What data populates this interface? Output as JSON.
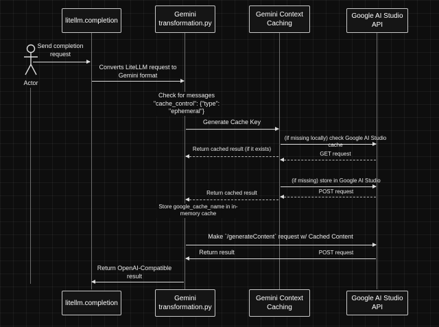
{
  "actor": {
    "label": "Actor"
  },
  "participants": {
    "litellm": {
      "label": "litellm.completion"
    },
    "transformation": {
      "label": "Gemini\ntransformation.py"
    },
    "caching": {
      "label": "Gemini Context\nCaching"
    },
    "google": {
      "label": "Google AI Studio API"
    }
  },
  "messages": {
    "send_completion": {
      "label": "Send completion\nrequest"
    },
    "converts": {
      "label": "Converts LiteLLM request to\nGemini format"
    },
    "check_messages": {
      "label": "Check for messages\n\"cache_control\": {\"type\":\n\"ephemeral\"}"
    },
    "generate_key": {
      "label": "Generate Cache Key"
    },
    "check_google_cache": {
      "label": "(if missing locally) check Google AI Studio cache"
    },
    "return_cached_if_exists": {
      "label": "Return cached result (if it exists)"
    },
    "get_request": {
      "label": "GET request"
    },
    "store_google": {
      "label": "(if missing) store in Google AI Studio"
    },
    "post_request": {
      "label": "POST request"
    },
    "return_cached": {
      "label": "Return cached result"
    },
    "store_cache_name": {
      "label": "Store google_cache_name in in-\nmemory cache"
    },
    "make_generate": {
      "label": "Make `/generateContent` request w/ Cached Content"
    },
    "return_result": {
      "label": "Return result"
    },
    "post_request_2": {
      "label": "POST request"
    },
    "return_openai": {
      "label": "Return OpenAI-Compatible\nresult"
    }
  }
}
